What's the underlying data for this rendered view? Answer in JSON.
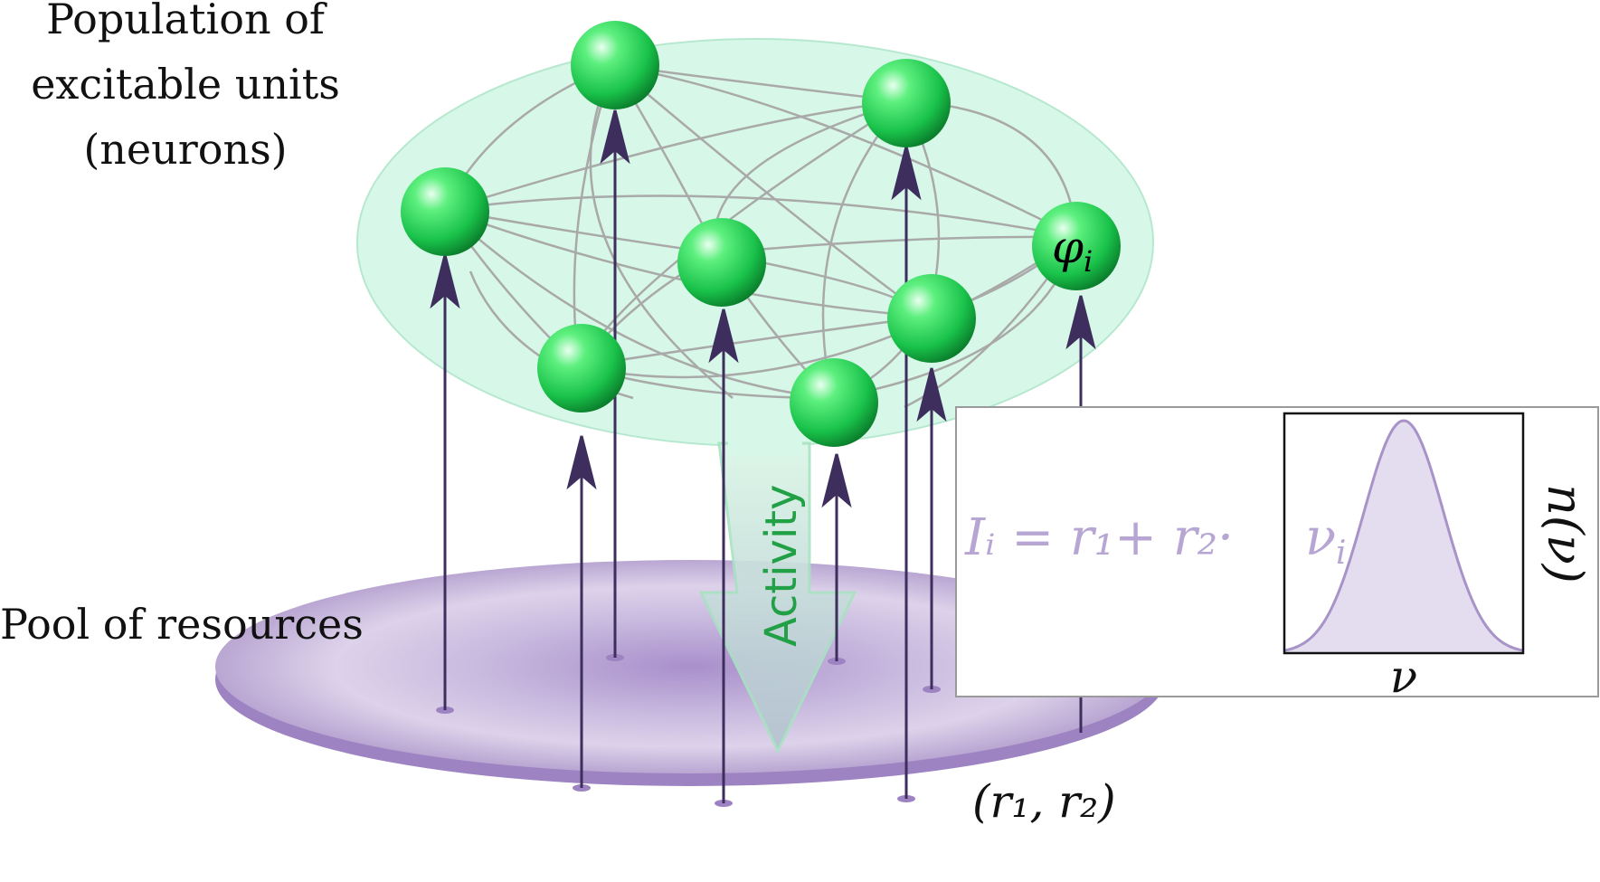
{
  "labels": {
    "population_line1": "Population of",
    "population_line2": "excitable units",
    "population_line3": "(neurons)",
    "pool": "Pool of resources",
    "activity": "Activity",
    "phi": "φ",
    "phi_sub": "i",
    "resource_pair": "(r₁, r₂)",
    "equation": "Iᵢ = r₁+ r₂·",
    "nu_i": "ν",
    "nu_i_sub": "i",
    "inset_ylabel": "n(ν)",
    "inset_xlabel": "ν"
  },
  "colors": {
    "neuron": "#19c24a",
    "network_fill": "#d7f8e8",
    "network_edge": "#a9a9a9",
    "arrow": "#3d2e5e",
    "pool": "#b9a6d2",
    "activity_text": "#22a046",
    "equation_text": "#b7a6d3",
    "distribution_fill": "#e4dcef",
    "distribution_line": "#a893c8"
  },
  "chart_data": {
    "type": "area",
    "xlabel": "ν",
    "ylabel": "n(ν)",
    "description_shape": "gaussian",
    "x": [
      -3,
      -2.5,
      -2,
      -1.5,
      -1,
      -0.5,
      0,
      0.5,
      1,
      1.5,
      2,
      2.5,
      3
    ],
    "y": [
      0.011,
      0.044,
      0.135,
      0.325,
      0.607,
      0.882,
      1.0,
      0.882,
      0.607,
      0.325,
      0.135,
      0.044,
      0.011
    ]
  }
}
